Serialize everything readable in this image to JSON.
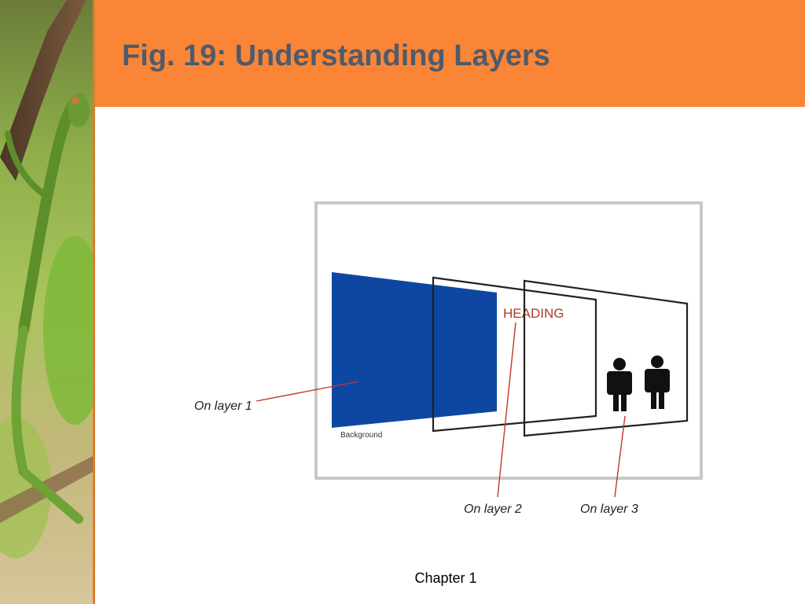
{
  "slide": {
    "title": "Fig. 19: Understanding Layers",
    "footer": "Chapter 1"
  },
  "figure": {
    "layer2_text": "HEADING",
    "background_label": "Background",
    "callouts": [
      {
        "label": "On layer 1"
      },
      {
        "label": "On layer 2"
      },
      {
        "label": "On layer 3"
      }
    ]
  },
  "colors": {
    "header_band": "#fb8537",
    "title_text": "#4f5b6b",
    "side_border": "#e07b2c",
    "layer1_fill": "#0d47a1",
    "heading_text": "#b03a2e",
    "callout_line": "#c0392b"
  }
}
